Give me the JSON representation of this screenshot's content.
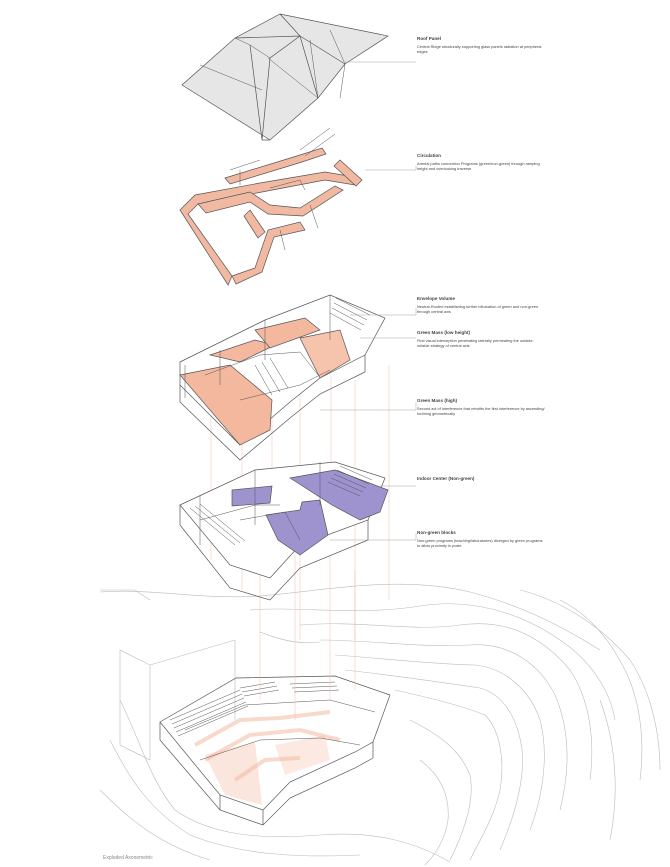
{
  "colors": {
    "roof_fill": "#e6e6e6",
    "circulation_fill": "#f2b9a2",
    "green_fill": "#f4b89f",
    "nongreen_fill": "#9f93cf",
    "line": "#555555",
    "leader": "#999999",
    "drop_line": "#f2bba8",
    "terrain": "#bbbbbb"
  },
  "annotations": [
    {
      "title": "Roof Panel",
      "description": "Central Ridge structurally supporting glass panels radiation at peripheral edges"
    },
    {
      "title": "Circulation",
      "description": "Arterial paths connection Programs (green/non-green) through ramping height and overlooking traverse"
    },
    {
      "title": "Envelope Volume",
      "description": "Neutral-Roofed establishing further bifurcation of green and non-green through central axis"
    },
    {
      "title": "Green Mass (low height)",
      "description": "First visual interception penetrating laterally permeating the outside-outside strategy of central axis"
    },
    {
      "title": "Green Mass (high)",
      "description": "Second act of interference that retrofits the first interference by ascending/ inclining geometrically"
    },
    {
      "title": "Indoor Center (Non-green)",
      "description": ""
    },
    {
      "title": "Non-green blocks",
      "description": "Non-green programs (teaching/laboratories) diverged by green programs to allow proximity in poste"
    }
  ],
  "caption": "Exploded Axonometric"
}
